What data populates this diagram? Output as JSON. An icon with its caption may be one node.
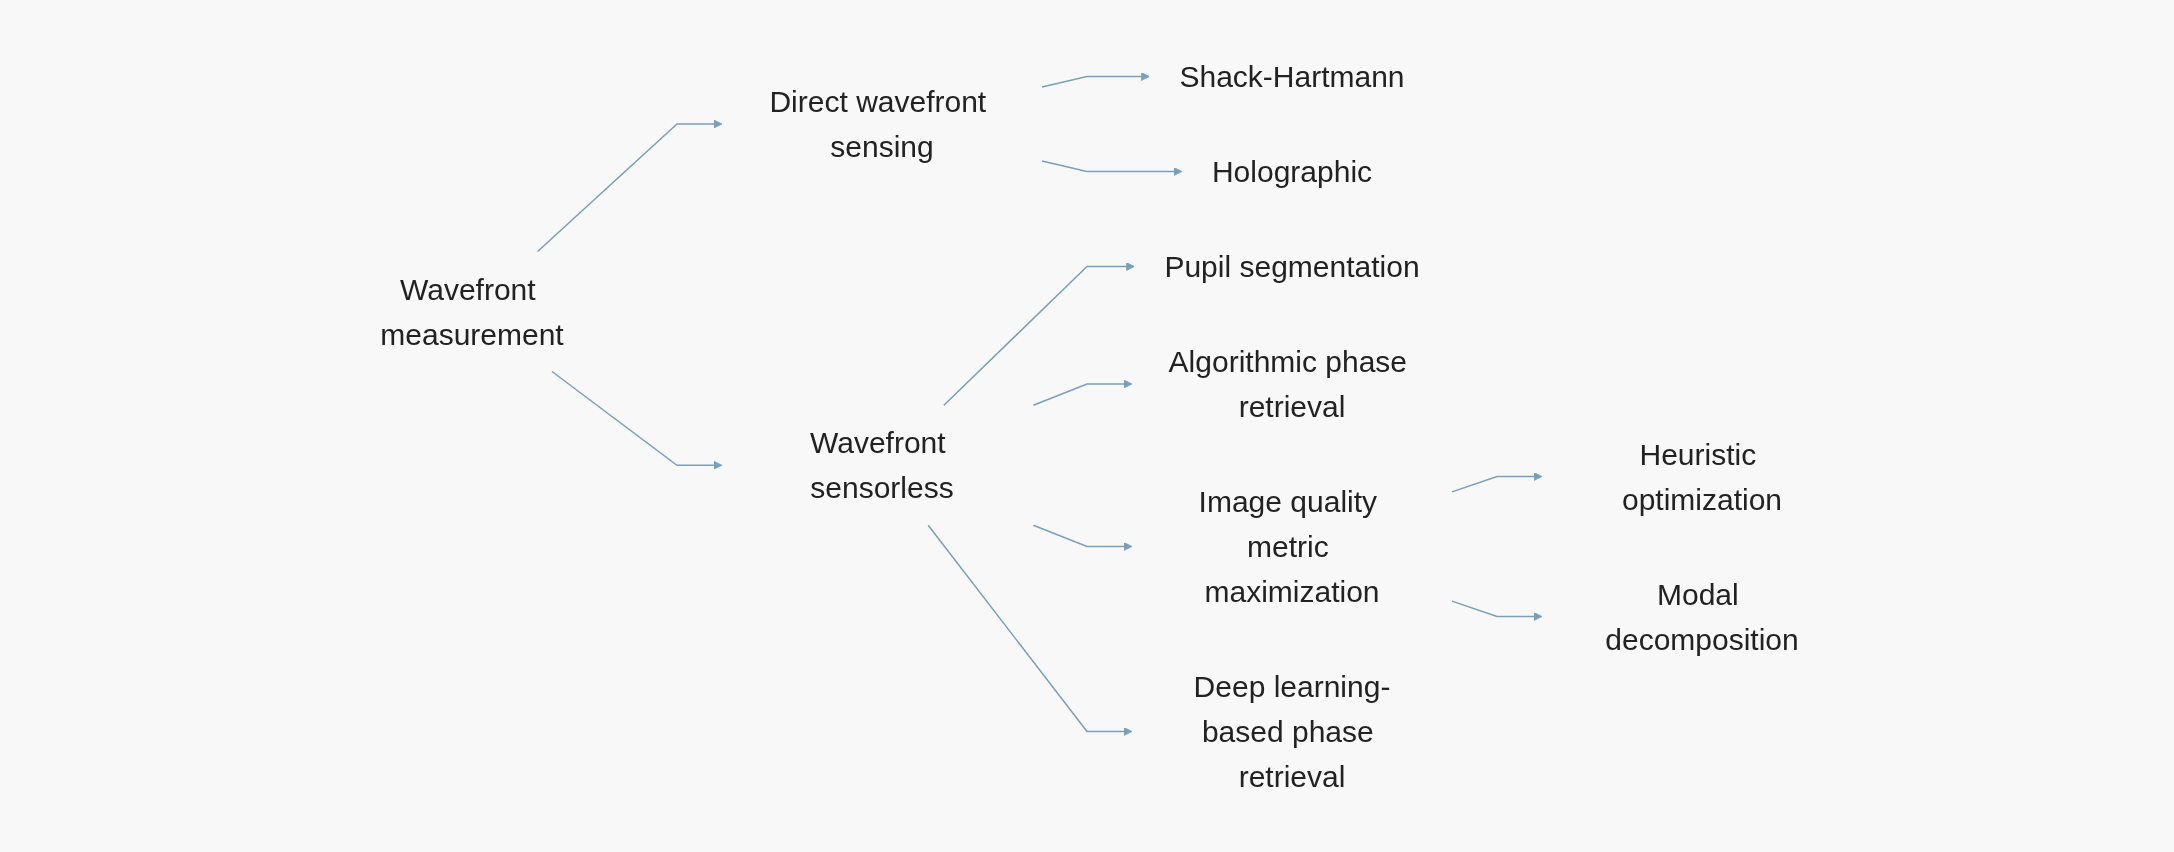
{
  "diagram": {
    "nodes": [
      {
        "text": [
          "Wavefront measurement"
        ]
      },
      {
        "text": [
          "Direct wavefront sensing"
        ]
      },
      {
        "text": [
          "Shack-Hartmann"
        ]
      },
      {
        "text": [
          "Holographic"
        ]
      },
      {
        "text": [
          "Wavefront sensorless"
        ]
      },
      {
        "text": [
          "Pupil segmentation"
        ]
      },
      {
        "text": [
          "Algorithmic phase retrieval"
        ]
      },
      {
        "text": [
          "Image quality metric maximization"
        ]
      },
      {
        "text": [
          "Heuristic optimization"
        ]
      },
      {
        "text": [
          "Modal decomposition"
        ]
      },
      {
        "text": [
          "Deep learning-based phase retrieval"
        ]
      }
    ],
    "edges": [
      {
        "from": 0,
        "to": 1,
        "arrow": "to"
      },
      {
        "from": 0,
        "to": 4,
        "arrow": "to"
      },
      {
        "from": 1,
        "to": 2,
        "arrow": "to"
      },
      {
        "from": 1,
        "to": 3,
        "arrow": "to"
      },
      {
        "from": 4,
        "to": 5,
        "arrow": "to"
      },
      {
        "from": 4,
        "to": 6,
        "arrow": "to"
      },
      {
        "from": 4,
        "to": 7,
        "arrow": "to"
      },
      {
        "from": 4,
        "to": 10,
        "arrow": "to"
      },
      {
        "from": 7,
        "to": 8,
        "arrow": "to"
      },
      {
        "from": 7,
        "to": 9,
        "arrow": "to"
      }
    ]
  }
}
